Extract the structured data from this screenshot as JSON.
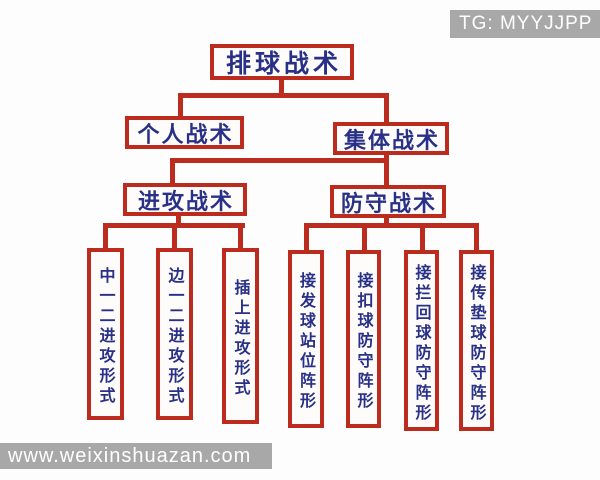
{
  "watermarks": {
    "top_right": "TG: MYYJJPP",
    "bottom_left": "www.weixinshuazan.com"
  },
  "tree": {
    "root": "排球战术",
    "personal": "个人战术",
    "collective": "集体战术",
    "offense": "进攻战术",
    "defense": "防守战术",
    "offense_children": [
      "中一二进攻形式",
      "边一二进攻形式",
      "插上进攻形式"
    ],
    "defense_children": [
      "接发球站位阵形",
      "接扣球防守阵形",
      "接拦回球防守阵形",
      "接传垫球防守阵形"
    ]
  },
  "colors": {
    "background": "#fdfdfd",
    "box_border": "#bb2c1e",
    "text_blue": "#293087",
    "watermark_bg": "#a8a8a8",
    "watermark_text": "#ffffff"
  }
}
